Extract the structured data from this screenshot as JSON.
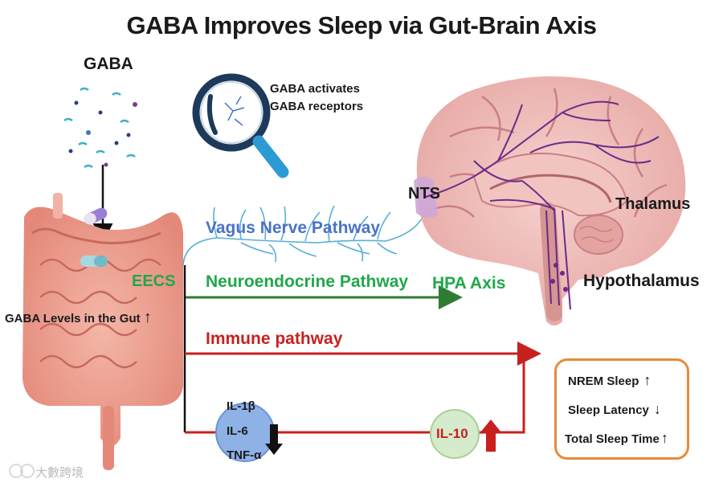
{
  "title": "GABA Improves Sleep via Gut-Brain Axis",
  "labels": {
    "gaba": "GABA",
    "gaba_activates_1": "GABA activates",
    "gaba_activates_2": "GABA receptors",
    "nts": "NTS",
    "thalamus": "Thalamus",
    "hypothalamus": "Hypothalamus",
    "eecs": "EECS",
    "gut_levels": "GABA Levels in the Gut",
    "gut_levels_arrow": "↑",
    "il1b": "IL-1β",
    "il6": "IL-6",
    "tnfa": "TNF-α",
    "il10": "IL-10"
  },
  "pathways": {
    "vagus": "Vagus Nerve Pathway",
    "neuroendocrine": "Neuroendocrine Pathway",
    "hpa": "HPA Axis",
    "immune": "Immune pathway"
  },
  "outcomes": [
    {
      "label": "NREM Sleep",
      "arrow": "↑"
    },
    {
      "label": "Sleep Latency",
      "arrow": "↓"
    },
    {
      "label": "Total Sleep Time",
      "arrow": "↑"
    }
  ],
  "watermark": "大數跨境",
  "colors": {
    "vagus": "#4a73c8",
    "neuroendocrine": "#2e7d32",
    "immune": "#c8201e",
    "outcome_border": "#e88a3a"
  }
}
